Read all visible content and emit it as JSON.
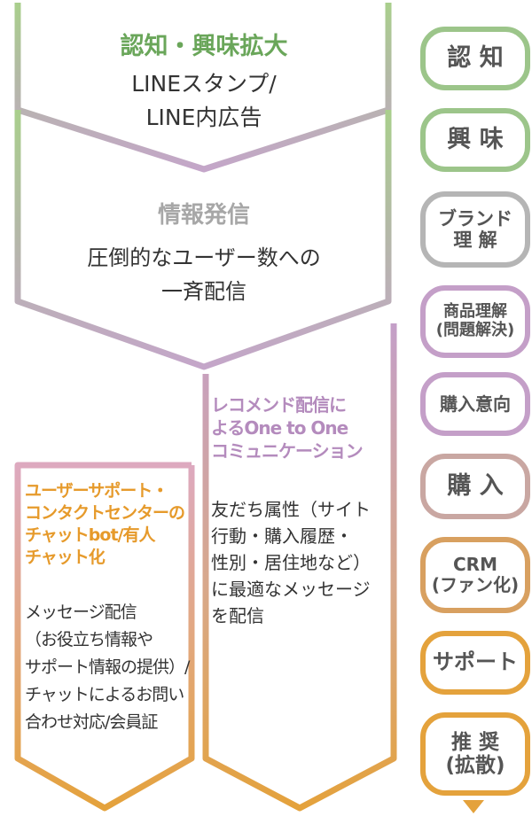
{
  "colors": {
    "green": "#9cc58a",
    "gray": "#b5b5b5",
    "purple": "#c49fc8",
    "pink": "#dda9bf",
    "orange": "#e4a23c",
    "brown": "#b38f6e",
    "title_green": "#6aa65a",
    "title_gray": "#a7a7a7",
    "title_purple": "#b48bbd",
    "title_orange": "#e69a2b"
  },
  "flow": {
    "block1": {
      "title": "認知・興味拡大",
      "body": "LINEスタンプ/\nLINE内広告"
    },
    "block2": {
      "title": "情報発信",
      "body": "圧倒的なユーザー数への\n一斉配信"
    },
    "block3": {
      "title": "レコメンド配信に\nよるOne to One\nコミュニケーション",
      "body": "友だち属性（サイト\n行動・購入履歴・\n性別・居住地など）\nに最適なメッセージ\nを配信"
    },
    "block4": {
      "title": "ユーザーサポート・\nコンタクトセンターの\nチャットbot/有人\nチャット化",
      "body": "メッセージ配信\n（お役立ち情報や\nサポート情報の提供）/\nチャットによるお問い\n合わせ対応/会員証"
    }
  },
  "stages": [
    {
      "label": "認 知",
      "color": "#9cc58a"
    },
    {
      "label": "興 味",
      "color": "#9cc58a"
    },
    {
      "label": "ブランド\n理 解",
      "color": "#b5b5b5"
    },
    {
      "label": "商品理解\n(問題解決)",
      "color": "#c49fc8"
    },
    {
      "label": "購入意向",
      "color": "#c49fc8"
    },
    {
      "label": "購 入",
      "color": "#c9a7a2"
    },
    {
      "label": "CRM\n(ファン化)",
      "color": "#d8a060"
    },
    {
      "label": "サポート",
      "color": "#e4a23c"
    },
    {
      "label": "推 奨\n(拡散)",
      "color": "#e4a23c"
    }
  ]
}
